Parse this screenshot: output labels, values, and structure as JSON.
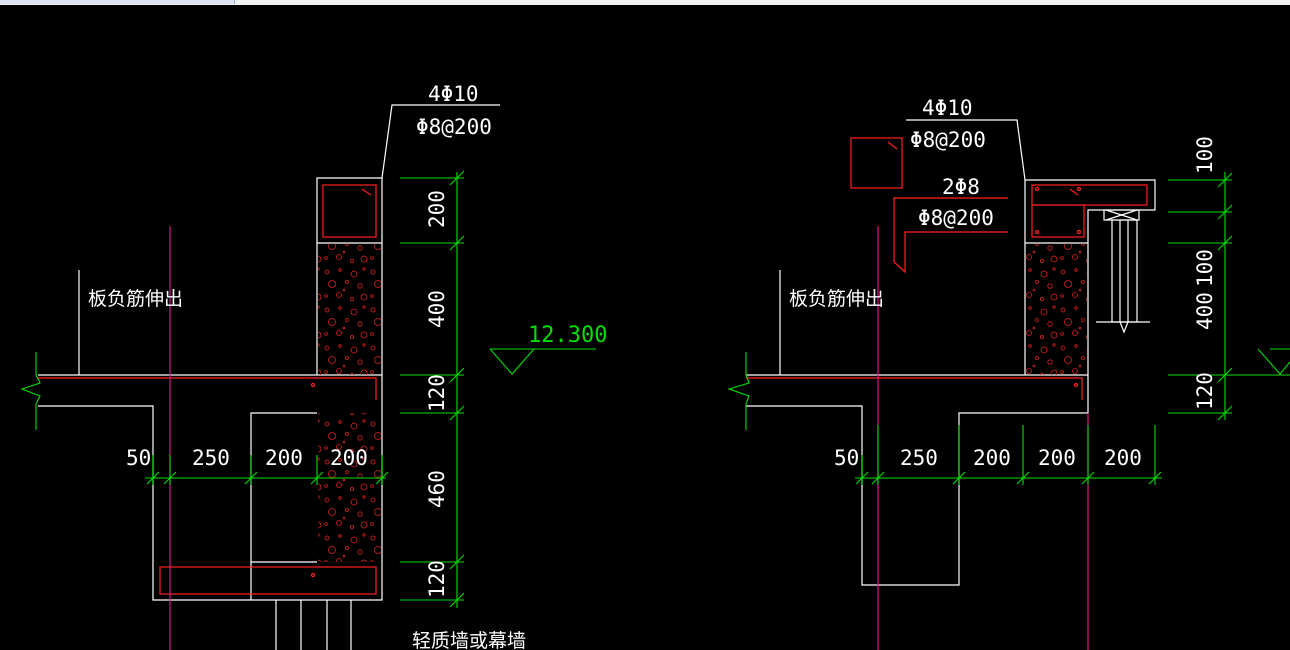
{
  "left": {
    "rebar_main": "4Φ10",
    "rebar_stirrup": "Φ8@200",
    "note_slab": "板负筋伸出",
    "elevation": "12.300",
    "vdims": [
      "200",
      "400",
      "120",
      "460",
      "120"
    ],
    "hdims": [
      "50",
      "250",
      "200",
      "200"
    ],
    "note_bottom": "轻质墙或幕墙"
  },
  "right": {
    "rebar_main": "4Φ10",
    "rebar_stirrup": "Φ8@200",
    "rebar_main2": "2Φ8",
    "rebar_stirrup2": "Φ8@200",
    "note_slab": "板负筋伸出",
    "vdims_outer": [
      "400",
      "120"
    ],
    "vdims_inner": [
      "100",
      "100"
    ],
    "hdims": [
      "50",
      "250",
      "200",
      "200",
      "200"
    ]
  },
  "colors": {
    "background": "#000000",
    "lines": "#ffffff",
    "rebar": "#ff2020",
    "dimension": "#00e000",
    "axis": "#e0128c"
  }
}
